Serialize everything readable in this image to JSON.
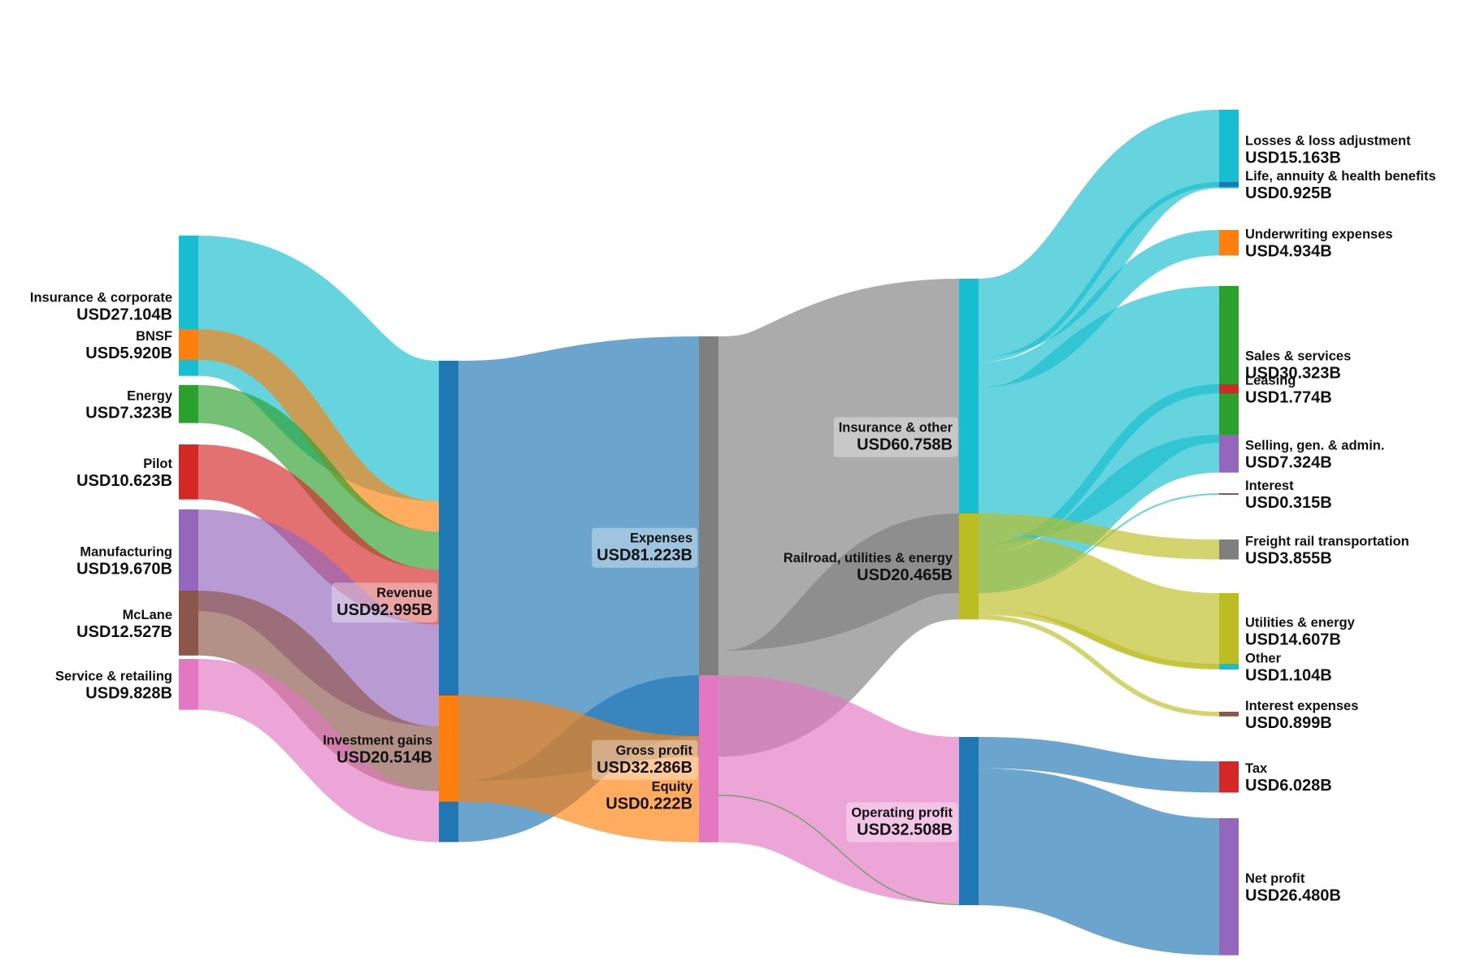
{
  "chart_data": {
    "type": "sankey",
    "unit_prefix": "USD",
    "unit_suffix": "B",
    "nodes": [
      {
        "id": "ins_corp",
        "name": "Insurance & corporate",
        "value": "USD27.104B",
        "color": "#17becf"
      },
      {
        "id": "bnsf",
        "name": "BNSF",
        "value": "USD5.920B",
        "color": "#ff7f0e"
      },
      {
        "id": "energy",
        "name": "Energy",
        "value": "USD7.323B",
        "color": "#2ca02c"
      },
      {
        "id": "pilot",
        "name": "Pilot",
        "value": "USD10.623B",
        "color": "#d62728"
      },
      {
        "id": "manufacturing",
        "name": "Manufacturing",
        "value": "USD19.670B",
        "color": "#9467bd"
      },
      {
        "id": "mclane",
        "name": "McLane",
        "value": "USD12.527B",
        "color": "#8c564b"
      },
      {
        "id": "service",
        "name": "Service & retailing",
        "value": "USD9.828B",
        "color": "#e377c2"
      },
      {
        "id": "revenue",
        "name": "Revenue",
        "value": "USD92.995B",
        "color": "#1f77b4"
      },
      {
        "id": "inv_gains",
        "name": "Investment gains",
        "value": "USD20.514B",
        "color": "#ff7f0e"
      },
      {
        "id": "equity",
        "name": "Equity",
        "value": "USD0.222B",
        "color": "#2ca02c"
      },
      {
        "id": "expenses",
        "name": "Expenses",
        "value": "USD81.223B",
        "color": "#7f7f7f"
      },
      {
        "id": "gross",
        "name": "Gross profit",
        "value": "USD32.286B",
        "color": "#e377c2"
      },
      {
        "id": "ins_other",
        "name": "Insurance & other",
        "value": "USD60.758B",
        "color": "#17becf"
      },
      {
        "id": "railroad",
        "name": "Railroad, utilities & energy",
        "value": "USD20.465B",
        "color": "#bcbd22"
      },
      {
        "id": "op_profit",
        "name": "Operating profit",
        "value": "USD32.508B",
        "color": "#1f77b4"
      },
      {
        "id": "losses",
        "name": "Losses & loss adjustment",
        "value": "USD15.163B",
        "color": "#17becf"
      },
      {
        "id": "life",
        "name": "Life, annuity & health benefits",
        "value": "USD0.925B",
        "color": "#1f77b4"
      },
      {
        "id": "underwriting",
        "name": "Underwriting expenses",
        "value": "USD4.934B",
        "color": "#ff7f0e"
      },
      {
        "id": "sales",
        "name": "Sales & services",
        "value": "USD30.323B",
        "color": "#2ca02c"
      },
      {
        "id": "leasing",
        "name": "Leasing",
        "value": "USD1.774B",
        "color": "#d62728"
      },
      {
        "id": "sga",
        "name": "Selling, gen. & admin.",
        "value": "USD7.324B",
        "color": "#9467bd"
      },
      {
        "id": "interest",
        "name": "Interest",
        "value": "USD0.315B",
        "color": "#8c564b"
      },
      {
        "id": "freight",
        "name": "Freight rail transportation",
        "value": "USD3.855B",
        "color": "#7f7f7f"
      },
      {
        "id": "utilities",
        "name": "Utilities & energy",
        "value": "USD14.607B",
        "color": "#bcbd22"
      },
      {
        "id": "other",
        "name": "Other",
        "value": "USD1.104B",
        "color": "#17becf"
      },
      {
        "id": "interest_exp",
        "name": "Interest expenses",
        "value": "USD0.899B",
        "color": "#8c564b"
      },
      {
        "id": "tax",
        "name": "Tax",
        "value": "USD6.028B",
        "color": "#d62728"
      },
      {
        "id": "net_profit",
        "name": "Net profit",
        "value": "USD26.480B",
        "color": "#9467bd"
      }
    ],
    "links": [
      {
        "source": "ins_corp",
        "target": "revenue",
        "value": 27.104
      },
      {
        "source": "bnsf",
        "target": "revenue",
        "value": 5.92
      },
      {
        "source": "energy",
        "target": "revenue",
        "value": 7.323
      },
      {
        "source": "pilot",
        "target": "revenue",
        "value": 10.623
      },
      {
        "source": "manufacturing",
        "target": "revenue",
        "value": 19.67
      },
      {
        "source": "mclane",
        "target": "revenue",
        "value": 12.527
      },
      {
        "source": "service",
        "target": "revenue",
        "value": 9.828
      },
      {
        "source": "revenue",
        "target": "expenses",
        "value": 81.223
      },
      {
        "source": "revenue",
        "target": "gross",
        "value": 11.772
      },
      {
        "source": "inv_gains",
        "target": "gross",
        "value": 20.514
      },
      {
        "source": "expenses",
        "target": "ins_other",
        "value": 60.758
      },
      {
        "source": "expenses",
        "target": "railroad",
        "value": 20.465
      },
      {
        "source": "gross",
        "target": "op_profit",
        "value": 32.286
      },
      {
        "source": "equity",
        "target": "op_profit",
        "value": 0.222
      },
      {
        "source": "ins_other",
        "target": "losses",
        "value": 15.163
      },
      {
        "source": "ins_other",
        "target": "life",
        "value": 0.925
      },
      {
        "source": "ins_other",
        "target": "underwriting",
        "value": 4.934
      },
      {
        "source": "ins_other",
        "target": "sales",
        "value": 30.323
      },
      {
        "source": "ins_other",
        "target": "leasing",
        "value": 1.774
      },
      {
        "source": "ins_other",
        "target": "sga",
        "value": 7.324
      },
      {
        "source": "ins_other",
        "target": "interest",
        "value": 0.315
      },
      {
        "source": "railroad",
        "target": "freight",
        "value": 3.855
      },
      {
        "source": "railroad",
        "target": "utilities",
        "value": 14.607
      },
      {
        "source": "railroad",
        "target": "other",
        "value": 1.104
      },
      {
        "source": "railroad",
        "target": "interest_exp",
        "value": 0.899
      },
      {
        "source": "op_profit",
        "target": "tax",
        "value": 6.028
      },
      {
        "source": "op_profit",
        "target": "net_profit",
        "value": 26.48
      }
    ]
  }
}
